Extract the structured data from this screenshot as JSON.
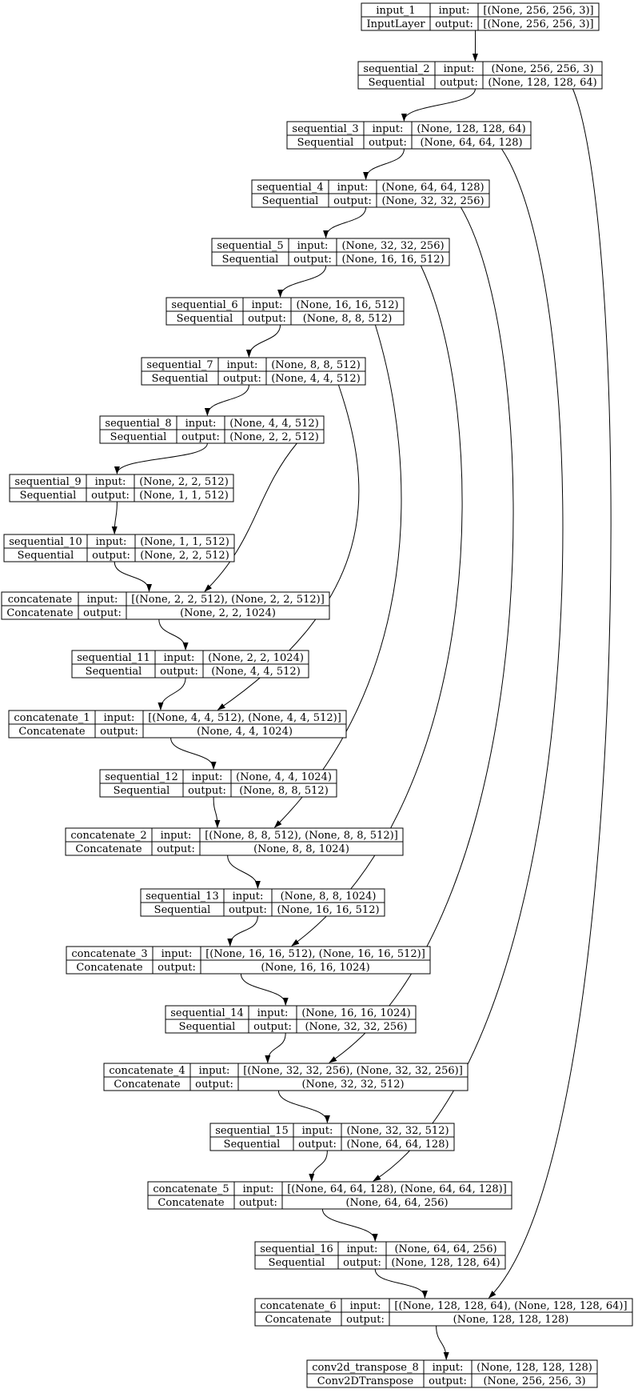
{
  "diagram": {
    "kind": "keras-model-architecture-graph",
    "colors": {
      "node_fill": "#ffffff",
      "node_border": "#000000",
      "edge": "#000000",
      "text": "#000000",
      "background": "#ffffff"
    },
    "labels": {
      "input": "input:",
      "output": "output:"
    },
    "nodes": [
      {
        "id": "input_1",
        "layer_type": "InputLayer",
        "input_shape": "[(None, 256, 256, 3)]",
        "output_shape": "[(None, 256, 256, 3)]"
      },
      {
        "id": "sequential_2",
        "layer_type": "Sequential",
        "input_shape": "(None, 256, 256, 3)",
        "output_shape": "(None, 128, 128, 64)"
      },
      {
        "id": "sequential_3",
        "layer_type": "Sequential",
        "input_shape": "(None, 128, 128, 64)",
        "output_shape": "(None, 64, 64, 128)"
      },
      {
        "id": "sequential_4",
        "layer_type": "Sequential",
        "input_shape": "(None, 64, 64, 128)",
        "output_shape": "(None, 32, 32, 256)"
      },
      {
        "id": "sequential_5",
        "layer_type": "Sequential",
        "input_shape": "(None, 32, 32, 256)",
        "output_shape": "(None, 16, 16, 512)"
      },
      {
        "id": "sequential_6",
        "layer_type": "Sequential",
        "input_shape": "(None, 16, 16, 512)",
        "output_shape": "(None, 8, 8, 512)"
      },
      {
        "id": "sequential_7",
        "layer_type": "Sequential",
        "input_shape": "(None, 8, 8, 512)",
        "output_shape": "(None, 4, 4, 512)"
      },
      {
        "id": "sequential_8",
        "layer_type": "Sequential",
        "input_shape": "(None, 4, 4, 512)",
        "output_shape": "(None, 2, 2, 512)"
      },
      {
        "id": "sequential_9",
        "layer_type": "Sequential",
        "input_shape": "(None, 2, 2, 512)",
        "output_shape": "(None, 1, 1, 512)"
      },
      {
        "id": "sequential_10",
        "layer_type": "Sequential",
        "input_shape": "(None, 1, 1, 512)",
        "output_shape": "(None, 2, 2, 512)"
      },
      {
        "id": "concatenate",
        "layer_type": "Concatenate",
        "input_shape": "[(None, 2, 2, 512), (None, 2, 2, 512)]",
        "output_shape": "(None, 2, 2, 1024)"
      },
      {
        "id": "sequential_11",
        "layer_type": "Sequential",
        "input_shape": "(None, 2, 2, 1024)",
        "output_shape": "(None, 4, 4, 512)"
      },
      {
        "id": "concatenate_1",
        "layer_type": "Concatenate",
        "input_shape": "[(None, 4, 4, 512), (None, 4, 4, 512)]",
        "output_shape": "(None, 4, 4, 1024)"
      },
      {
        "id": "sequential_12",
        "layer_type": "Sequential",
        "input_shape": "(None, 4, 4, 1024)",
        "output_shape": "(None, 8, 8, 512)"
      },
      {
        "id": "concatenate_2",
        "layer_type": "Concatenate",
        "input_shape": "[(None, 8, 8, 512), (None, 8, 8, 512)]",
        "output_shape": "(None, 8, 8, 1024)"
      },
      {
        "id": "sequential_13",
        "layer_type": "Sequential",
        "input_shape": "(None, 8, 8, 1024)",
        "output_shape": "(None, 16, 16, 512)"
      },
      {
        "id": "concatenate_3",
        "layer_type": "Concatenate",
        "input_shape": "[(None, 16, 16, 512), (None, 16, 16, 512)]",
        "output_shape": "(None, 16, 16, 1024)"
      },
      {
        "id": "sequential_14",
        "layer_type": "Sequential",
        "input_shape": "(None, 16, 16, 1024)",
        "output_shape": "(None, 32, 32, 256)"
      },
      {
        "id": "concatenate_4",
        "layer_type": "Concatenate",
        "input_shape": "[(None, 32, 32, 256), (None, 32, 32, 256)]",
        "output_shape": "(None, 32, 32, 512)"
      },
      {
        "id": "sequential_15",
        "layer_type": "Sequential",
        "input_shape": "(None, 32, 32, 512)",
        "output_shape": "(None, 64, 64, 128)"
      },
      {
        "id": "concatenate_5",
        "layer_type": "Concatenate",
        "input_shape": "[(None, 64, 64, 128), (None, 64, 64, 128)]",
        "output_shape": "(None, 64, 64, 256)"
      },
      {
        "id": "sequential_16",
        "layer_type": "Sequential",
        "input_shape": "(None, 64, 64, 256)",
        "output_shape": "(None, 128, 128, 64)"
      },
      {
        "id": "concatenate_6",
        "layer_type": "Concatenate",
        "input_shape": "[(None, 128, 128, 64), (None, 128, 128, 64)]",
        "output_shape": "(None, 128, 128, 128)"
      },
      {
        "id": "conv2d_transpose_8",
        "layer_type": "Conv2DTranspose",
        "input_shape": "(None, 128, 128, 128)",
        "output_shape": "(None, 256, 256, 3)"
      }
    ],
    "edges": [
      {
        "from": "input_1",
        "to": "sequential_2",
        "type": "chain"
      },
      {
        "from": "sequential_2",
        "to": "sequential_3",
        "type": "chain"
      },
      {
        "from": "sequential_3",
        "to": "sequential_4",
        "type": "chain"
      },
      {
        "from": "sequential_4",
        "to": "sequential_5",
        "type": "chain"
      },
      {
        "from": "sequential_5",
        "to": "sequential_6",
        "type": "chain"
      },
      {
        "from": "sequential_6",
        "to": "sequential_7",
        "type": "chain"
      },
      {
        "from": "sequential_7",
        "to": "sequential_8",
        "type": "chain"
      },
      {
        "from": "sequential_8",
        "to": "sequential_9",
        "type": "chain"
      },
      {
        "from": "sequential_9",
        "to": "sequential_10",
        "type": "chain"
      },
      {
        "from": "sequential_10",
        "to": "concatenate",
        "type": "chain"
      },
      {
        "from": "sequential_8",
        "to": "concatenate",
        "type": "skip"
      },
      {
        "from": "concatenate",
        "to": "sequential_11",
        "type": "chain"
      },
      {
        "from": "sequential_11",
        "to": "concatenate_1",
        "type": "chain"
      },
      {
        "from": "sequential_7",
        "to": "concatenate_1",
        "type": "skip"
      },
      {
        "from": "concatenate_1",
        "to": "sequential_12",
        "type": "chain"
      },
      {
        "from": "sequential_12",
        "to": "concatenate_2",
        "type": "chain"
      },
      {
        "from": "sequential_6",
        "to": "concatenate_2",
        "type": "skip"
      },
      {
        "from": "concatenate_2",
        "to": "sequential_13",
        "type": "chain"
      },
      {
        "from": "sequential_13",
        "to": "concatenate_3",
        "type": "chain"
      },
      {
        "from": "sequential_5",
        "to": "concatenate_3",
        "type": "skip"
      },
      {
        "from": "concatenate_3",
        "to": "sequential_14",
        "type": "chain"
      },
      {
        "from": "sequential_14",
        "to": "concatenate_4",
        "type": "chain"
      },
      {
        "from": "sequential_4",
        "to": "concatenate_4",
        "type": "skip"
      },
      {
        "from": "concatenate_4",
        "to": "sequential_15",
        "type": "chain"
      },
      {
        "from": "sequential_15",
        "to": "concatenate_5",
        "type": "chain"
      },
      {
        "from": "sequential_3",
        "to": "concatenate_5",
        "type": "skip"
      },
      {
        "from": "concatenate_5",
        "to": "sequential_16",
        "type": "chain"
      },
      {
        "from": "sequential_16",
        "to": "concatenate_6",
        "type": "chain"
      },
      {
        "from": "sequential_2",
        "to": "concatenate_6",
        "type": "skip"
      },
      {
        "from": "concatenate_6",
        "to": "conv2d_transpose_8",
        "type": "chain"
      }
    ]
  }
}
